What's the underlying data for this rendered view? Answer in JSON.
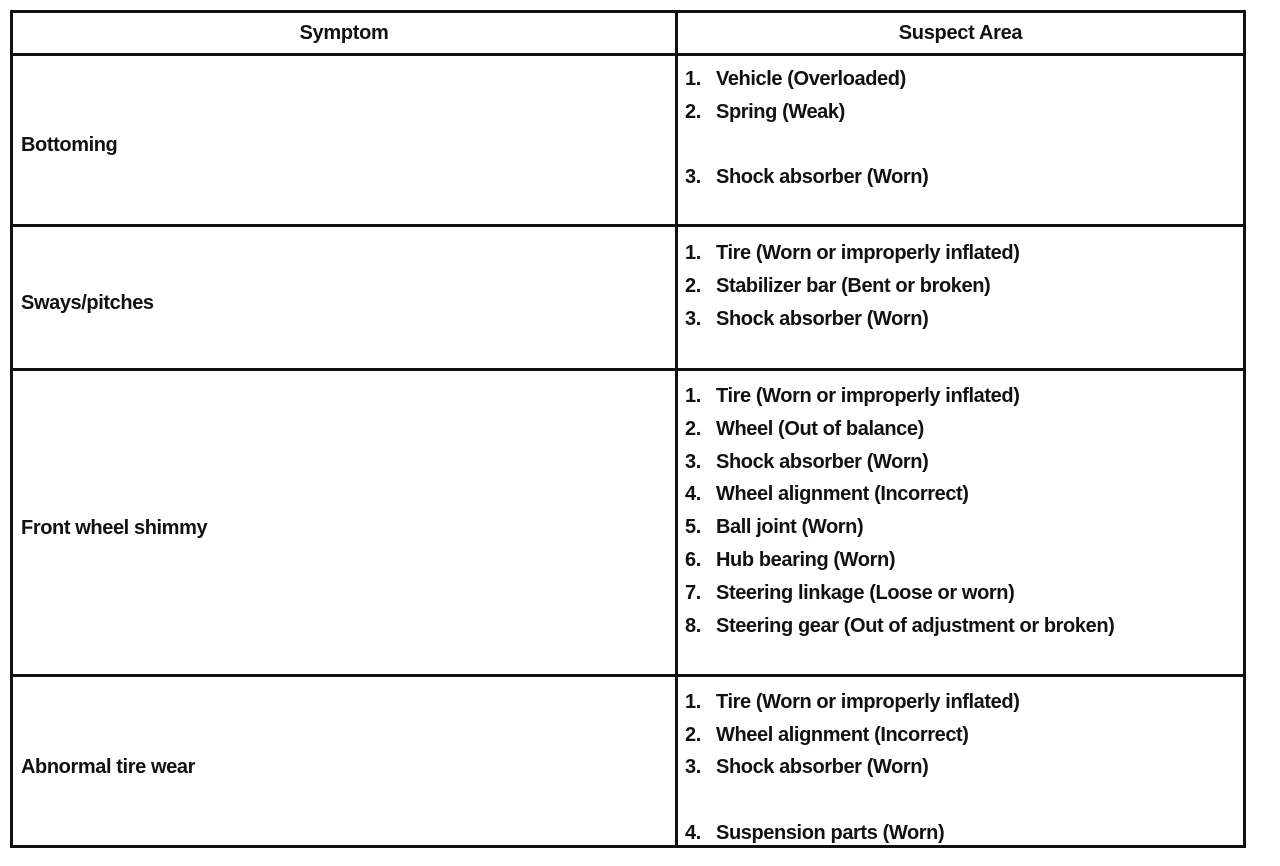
{
  "header": {
    "symptom": "Symptom",
    "suspect_area": "Suspect Area"
  },
  "rows": [
    {
      "symptom": "Bottoming",
      "items": [
        {
          "num": "1.",
          "text": "Vehicle (Overloaded)"
        },
        {
          "num": "2.",
          "text": "Spring (Weak)"
        },
        {
          "num": "3.",
          "text": "Shock absorber (Worn)"
        }
      ]
    },
    {
      "symptom": "Sways/pitches",
      "items": [
        {
          "num": "1.",
          "text": "Tire (Worn or improperly inflated)"
        },
        {
          "num": "2.",
          "text": "Stabilizer bar (Bent or broken)"
        },
        {
          "num": "3.",
          "text": "Shock absorber (Worn)"
        }
      ]
    },
    {
      "symptom": "Front wheel shimmy",
      "items": [
        {
          "num": "1.",
          "text": "Tire (Worn or improperly inflated)"
        },
        {
          "num": "2.",
          "text": "Wheel (Out of balance)"
        },
        {
          "num": "3.",
          "text": "Shock absorber (Worn)"
        },
        {
          "num": "4.",
          "text": "Wheel alignment (Incorrect)"
        },
        {
          "num": "5.",
          "text": "Ball joint (Worn)"
        },
        {
          "num": "6.",
          "text": "Hub bearing (Worn)"
        },
        {
          "num": "7.",
          "text": "Steering linkage (Loose or worn)"
        },
        {
          "num": "8.",
          "text": "Steering gear (Out of adjustment or broken)"
        }
      ]
    },
    {
      "symptom": "Abnormal tire wear",
      "items": [
        {
          "num": "1.",
          "text": "Tire (Worn or improperly inflated)"
        },
        {
          "num": "2.",
          "text": "Wheel alignment (Incorrect)"
        },
        {
          "num": "3.",
          "text": "Shock absorber (Worn)"
        },
        {
          "num": "4.",
          "text": "Suspension parts (Worn)"
        }
      ]
    }
  ]
}
